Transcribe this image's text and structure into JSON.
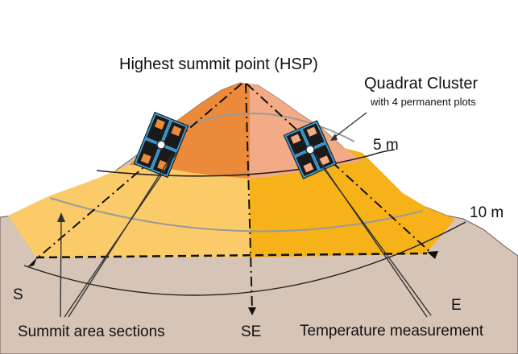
{
  "labels": {
    "hsp": "Highest summit point (HSP)",
    "quadrat_cluster": "Quadrat Cluster",
    "quadrat_sub": "with 4 permanent plots",
    "contour_5m": "5 m",
    "contour_10m": "10 m",
    "dir_s": "S",
    "dir_se": "SE",
    "dir_e": "E",
    "summit_sections": "Summit area sections",
    "temperature": "Temperature measurement"
  },
  "colors": {
    "sky": "#ffffff",
    "ground": "#d6c4b6",
    "upper_left": "#eb8a3b",
    "upper_right": "#f3aa86",
    "lower_left": "#fbcb6a",
    "lower_right": "#f7b21a",
    "plot_frame": "#3fa0d8"
  },
  "icons": {
    "quadrat_cluster": "quadrat-cluster-icon",
    "temperature_logger": "temperature-logger-icon"
  }
}
